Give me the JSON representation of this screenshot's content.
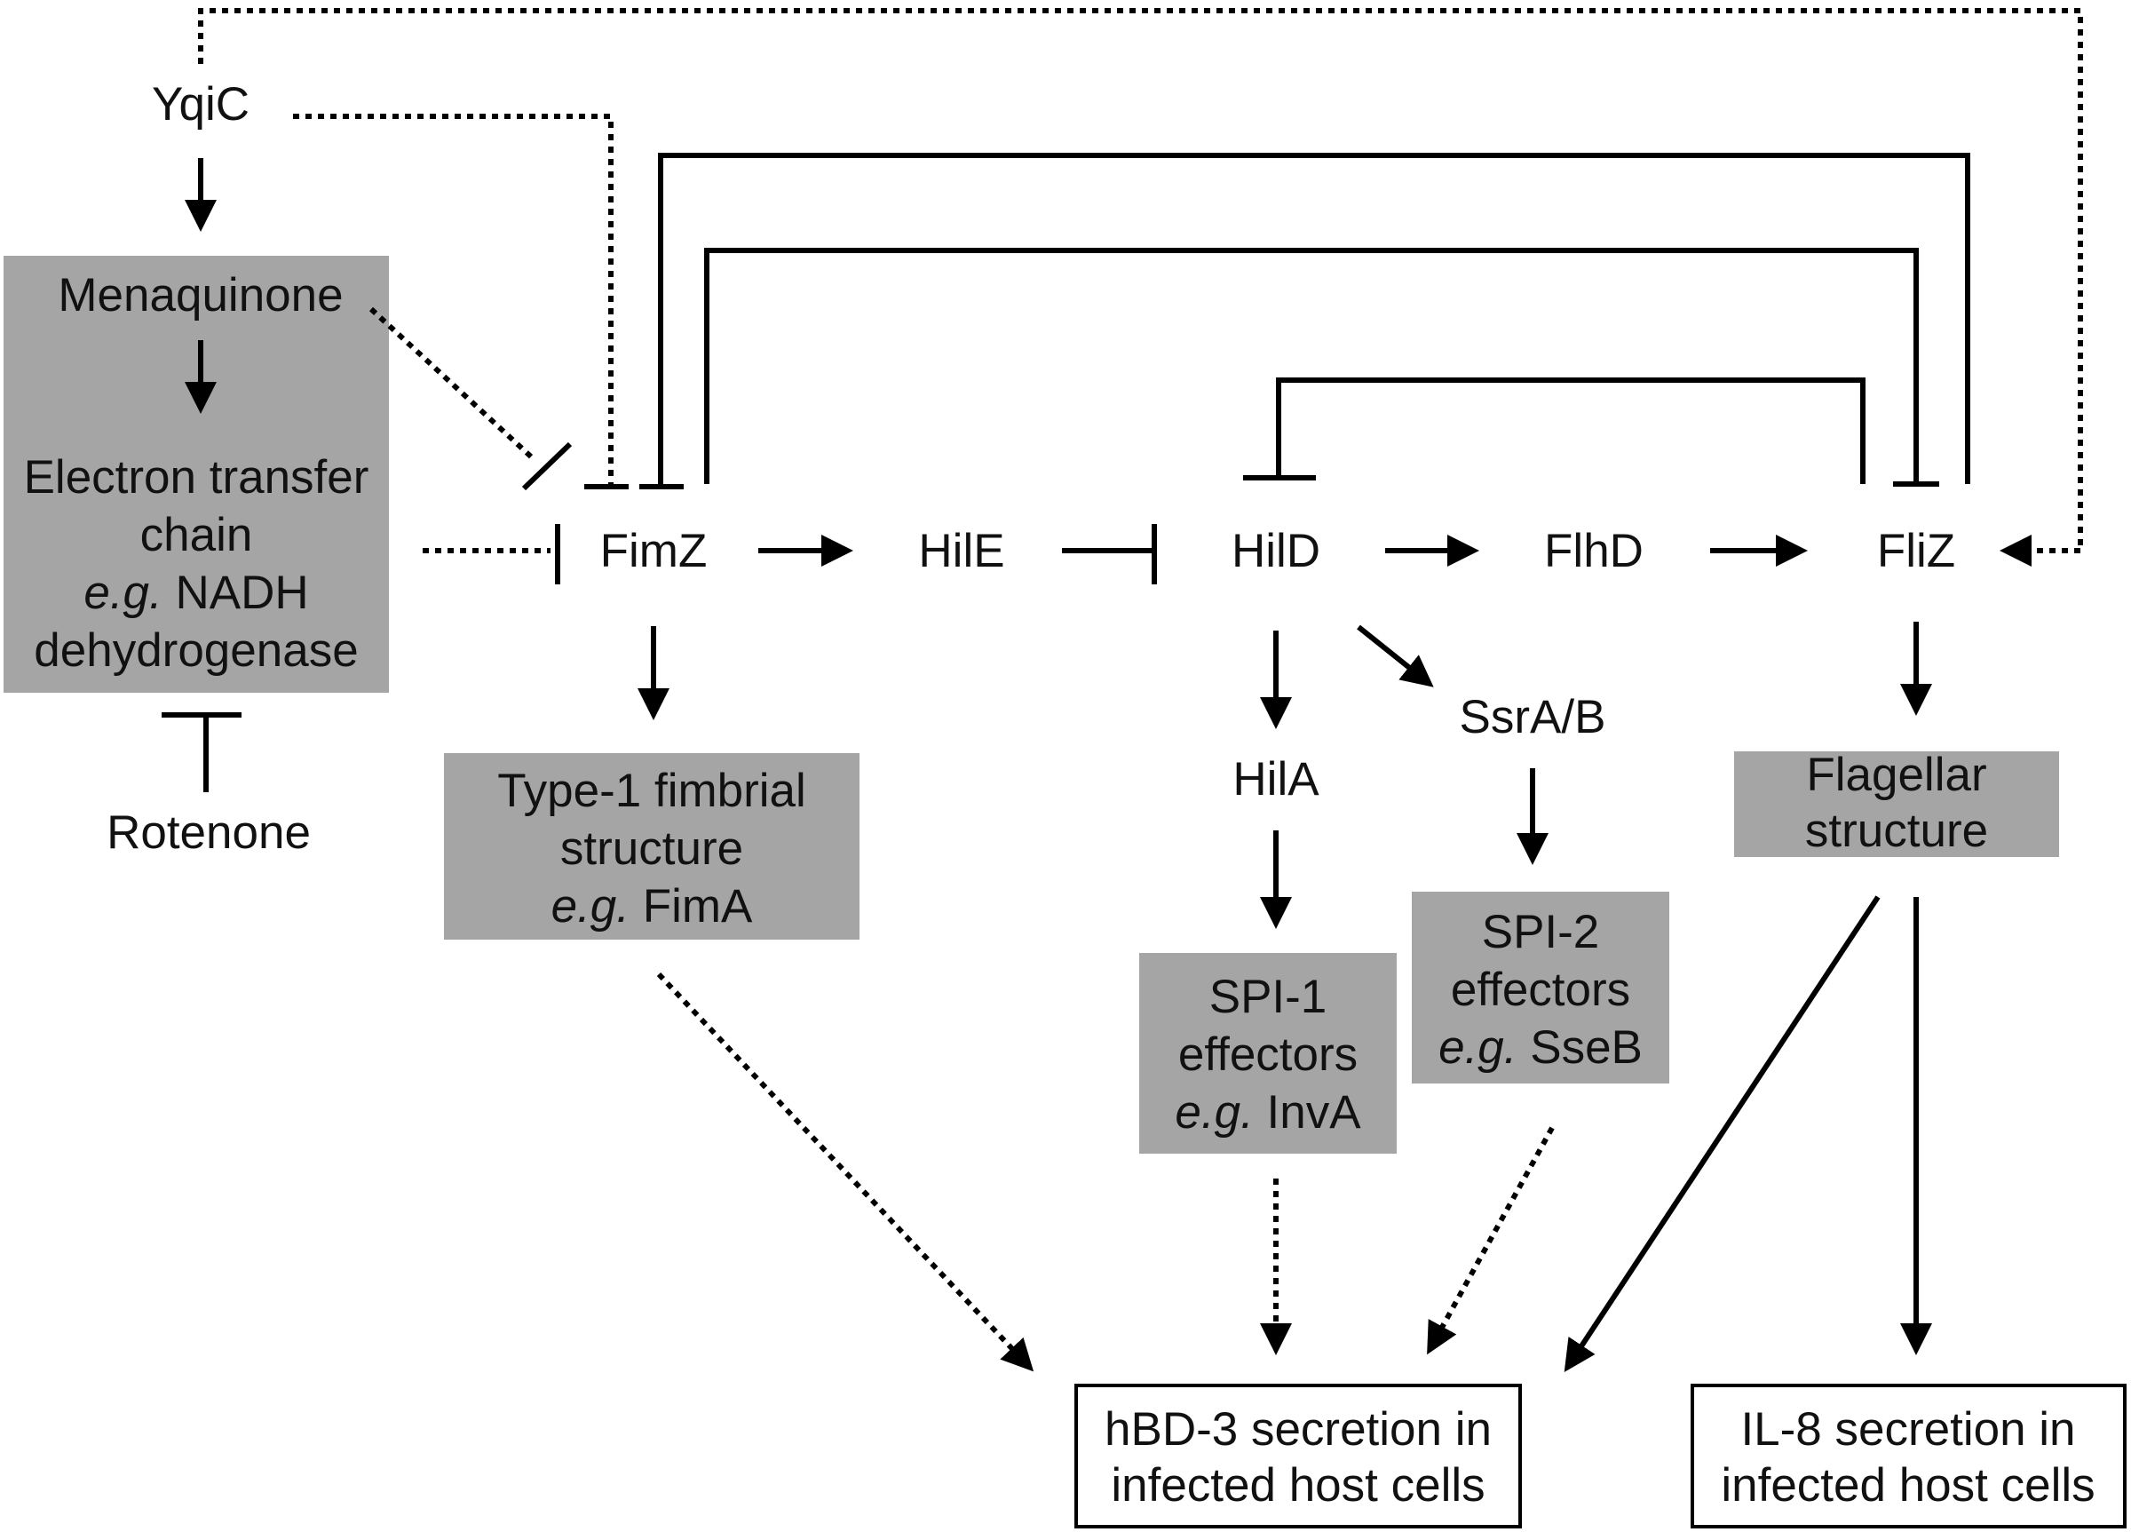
{
  "nodes": {
    "yqic": "YqiC",
    "menaquinone": "Menaquinone",
    "etc_line1": "Electron transfer",
    "etc_line2": "chain",
    "etc_line3_eg": "e.g.",
    "etc_line3_rest": " NADH",
    "etc_line4": "dehydrogenase",
    "rotenone": "Rotenone",
    "fimz": "FimZ",
    "hile": "HilE",
    "hild": "HilD",
    "flhd": "FlhD",
    "fliz": "FliZ",
    "hila": "HilA",
    "ssrab": "SsrA/B",
    "type1_line1": "Type-1 fimbrial",
    "type1_line2": "structure",
    "type1_line3_eg": "e.g.",
    "type1_line3_rest": " FimA",
    "spi1_line1": "SPI-1",
    "spi1_line2": "effectors",
    "spi1_line3_eg": "e.g.",
    "spi1_line3_rest": " InvA",
    "spi2_line1": "SPI-2",
    "spi2_line2": "effectors",
    "spi2_line3_eg": "e.g.",
    "spi2_line3_rest": " SseB",
    "flag_line1": "Flagellar",
    "flag_line2": "structure",
    "hbd3_line1": "hBD-3 secretion in",
    "hbd3_line2": "infected host cells",
    "il8_line1": "IL-8 secretion in",
    "il8_line2": "infected host cells"
  },
  "colors": {
    "box_fill": "#a5a5a5",
    "line": "#000000",
    "background": "#ffffff"
  }
}
